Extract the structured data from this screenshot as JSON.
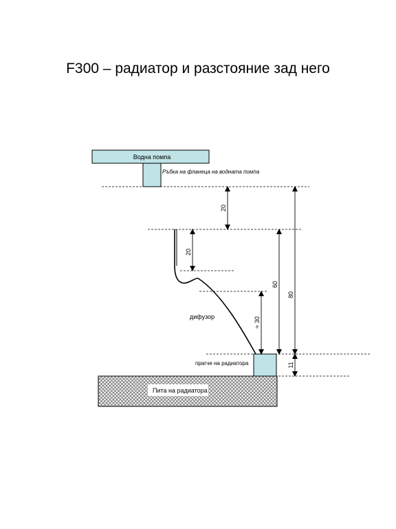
{
  "title": "F300 – радиатор и разстояние зад него",
  "labels": {
    "water_pump": "Водна помпа",
    "pump_flange_edge": "Ръбка на фланеца на водната помпа",
    "diffuser": "дифузор",
    "radiator_sill": "прагче на радиатора",
    "radiator_core": "Пита на радиатора"
  },
  "dimensions": {
    "pump_to_diffuser_top": "20",
    "diffuser_straight": "20",
    "diffuser_slope": "≈ 30",
    "diffuser_total": "60",
    "overall": "80",
    "sill": "11"
  },
  "colors": {
    "part_fill": "#bfe3e6",
    "hatch_fill": "#e8e8e8",
    "stroke": "#000000"
  }
}
